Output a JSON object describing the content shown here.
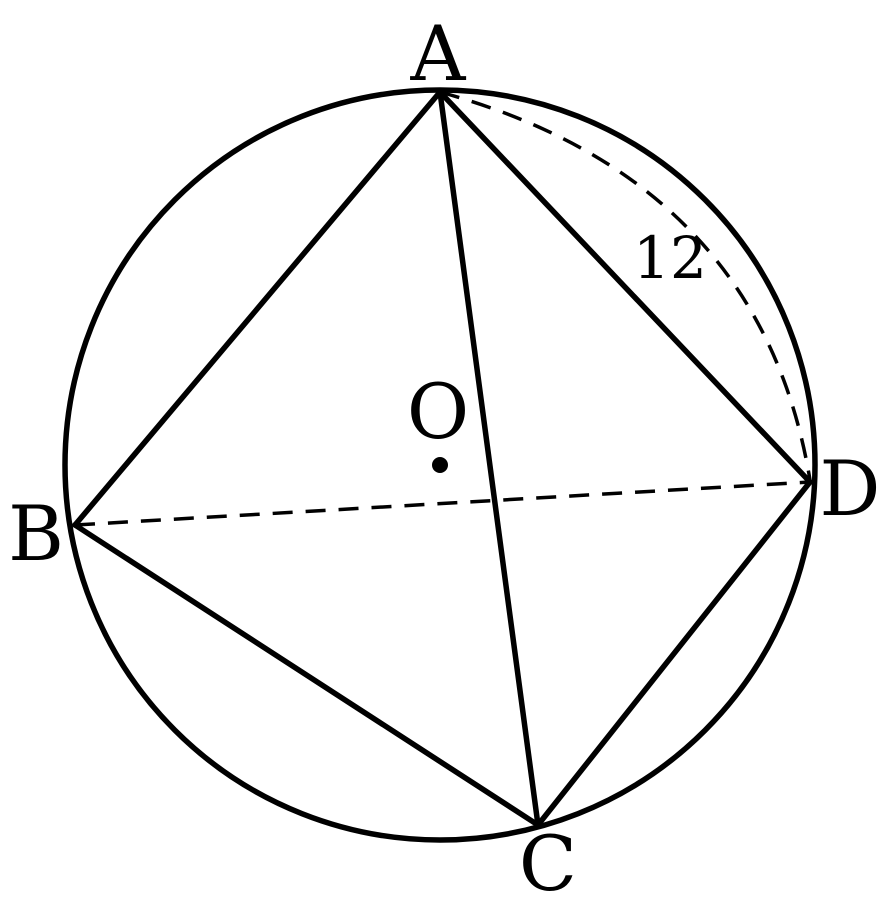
{
  "points": {
    "A": "A",
    "B": "B",
    "C": "C",
    "D": "D",
    "O": "O"
  },
  "edge_label": "12"
}
